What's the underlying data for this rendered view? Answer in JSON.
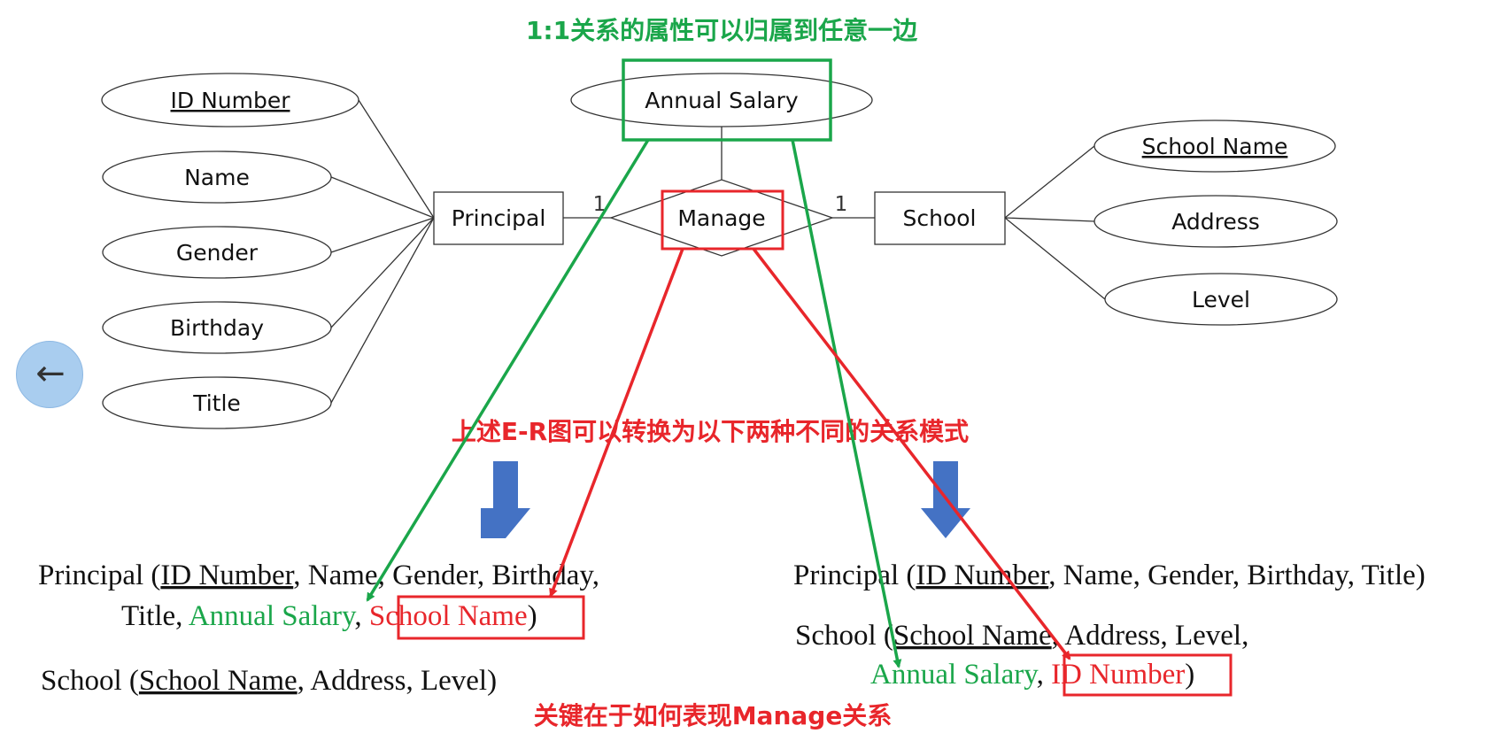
{
  "captions": {
    "top_note": "1:1关系的属性可以归属到任意一边",
    "middle_note": "上述E-R图可以转换为以下两种不同的关系模式",
    "bottom_note": "关键在于如何表现Manage关系"
  },
  "er": {
    "principal_entity": "Principal",
    "school_entity": "School",
    "relationship": "Manage",
    "relationship_attr": "Annual Salary",
    "cardinality_left": "1",
    "cardinality_right": "1",
    "principal_attrs": [
      "ID Number",
      "Name",
      "Gender",
      "Birthday",
      "Title"
    ],
    "school_attrs": [
      "School Name",
      "Address",
      "Level"
    ]
  },
  "schema_left": {
    "principal_prefix": "Principal (",
    "principal_key": "ID Number",
    "principal_rest": ", Name, Gender, Birthday,",
    "line2_prefix": "Title, ",
    "line2_green": "Annual Salary",
    "line2_comma": ", ",
    "line2_red": "School Name",
    "line2_close": ")",
    "school_prefix": "School (",
    "school_key": "School Name",
    "school_rest": ", Address, Level)"
  },
  "schema_right": {
    "principal_prefix": "Principal (",
    "principal_key": "ID Number",
    "principal_rest": ", Name, Gender, Birthday, Title)",
    "school_prefix": "School (",
    "school_key": "School Name",
    "school_rest": ", Address, Level,",
    "line3_green": "Annual Salary",
    "line3_comma": ", ",
    "line3_red": "ID Number",
    "line3_close": ")"
  },
  "colors": {
    "green": "#1aa64a",
    "red": "#e8262b",
    "blue_arrow": "#4472c4",
    "back_button": "#a9cdef"
  },
  "icons": {
    "back": "arrow-left-icon"
  }
}
